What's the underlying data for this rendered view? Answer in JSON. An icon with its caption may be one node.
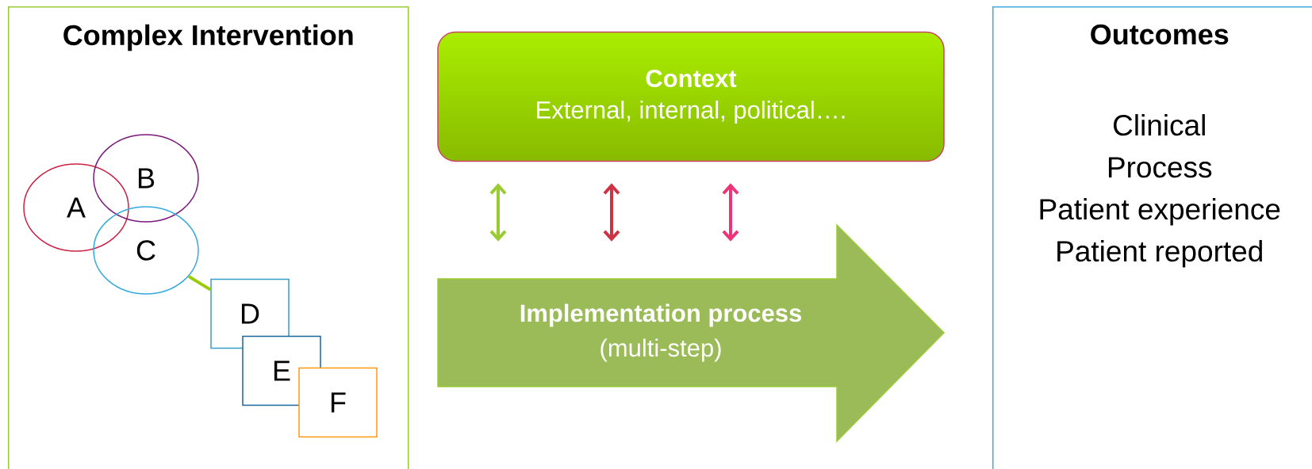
{
  "diagram": {
    "nodes": [
      {
        "text": [
          "Complex Intervention"
        ]
      },
      {
        "text": [
          "A"
        ],
        "in": 0
      },
      {
        "text": [
          "B"
        ],
        "in": 0
      },
      {
        "text": [
          "C"
        ],
        "in": 0
      },
      {
        "text": [
          "D"
        ],
        "in": 0
      },
      {
        "text": [
          "E"
        ],
        "in": 0
      },
      {
        "text": [
          "F"
        ],
        "in": 0
      },
      {
        "text": [
          "Context",
          "External, internal, political…."
        ]
      },
      {
        "text": [
          "Implementation process",
          "(multi-step)"
        ]
      },
      {
        "text": [
          "Outcomes",
          "Clinical",
          "Process",
          "Patient experience",
          "Patient reported"
        ]
      }
    ],
    "edges": [
      {
        "from": 3,
        "to": 4,
        "arrow": "none",
        "color": "#99cc00"
      },
      {
        "from": 7,
        "to": 8,
        "arrow": "both",
        "color": "#99cc33"
      },
      {
        "from": 7,
        "to": 8,
        "arrow": "both",
        "color": "#cc3344"
      },
      {
        "from": 7,
        "to": 8,
        "arrow": "both",
        "color": "#ee3377"
      }
    ]
  }
}
